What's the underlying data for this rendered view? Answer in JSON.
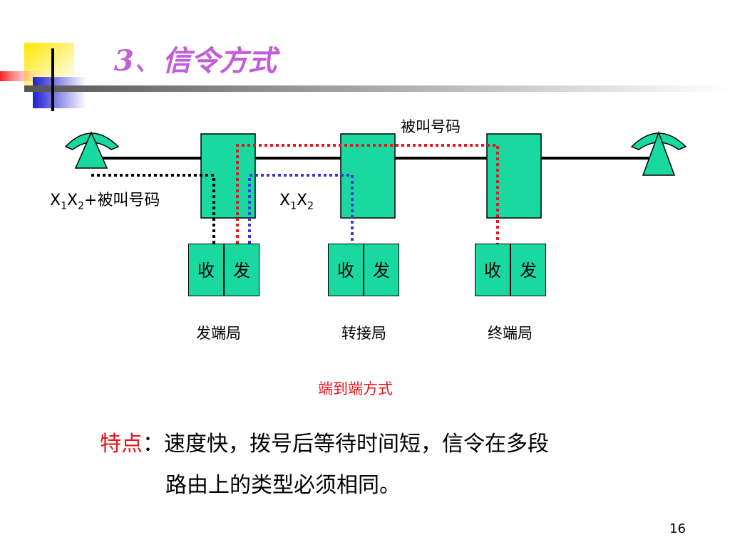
{
  "slide": {
    "title_num": "3",
    "title_sep": "、",
    "title_text": "信令方式",
    "page_number": "16"
  },
  "colors": {
    "title": "#c35cd8",
    "station_fill": "#19d9a0",
    "red_path": "#e8141e",
    "blue_path": "#3838e0",
    "black_path": "#000000"
  },
  "diagram": {
    "called_number_label": "被叫号码",
    "left_signal_label": {
      "x": "X",
      "sub1": "1",
      "x2": "X",
      "sub2": "2",
      "suffix": "+被叫号码"
    },
    "mid_signal_label": {
      "x": "X",
      "sub1": "1",
      "x2": "X",
      "sub2": "2"
    },
    "stations": [
      {
        "name": "发端局",
        "recv": "收",
        "send": "发"
      },
      {
        "name": "转接局",
        "recv": "收",
        "send": "发"
      },
      {
        "name": "终端局",
        "recv": "收",
        "send": "发"
      }
    ],
    "mode_caption": "端到端方式"
  },
  "feature": {
    "label": "特点",
    "colon": "：",
    "line1": "速度快，拨号后等待时间短，信令在多段",
    "line2": "路由上的类型必须相同。"
  }
}
